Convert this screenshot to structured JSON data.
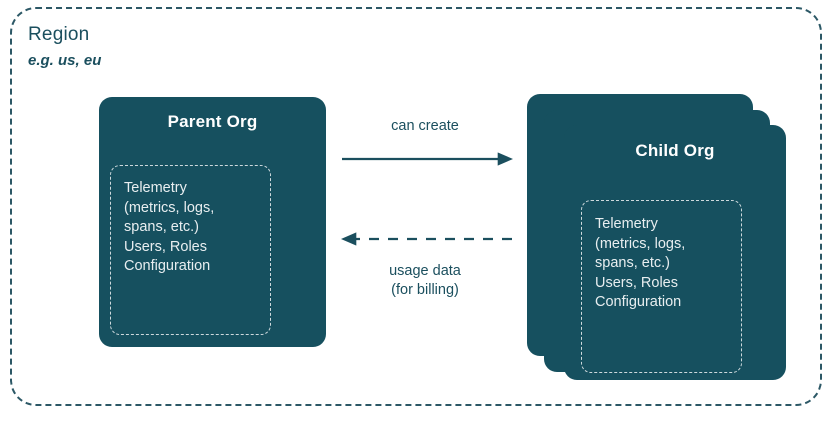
{
  "region": {
    "title": "Region",
    "subtitle": "e.g. us, eu",
    "border_color": "#2c5866",
    "text_color": "#1b4f5e"
  },
  "parent_org": {
    "title": "Parent Org",
    "contents": "Telemetry\n(metrics, logs,\nspans, etc.)\nUsers, Roles\nConfiguration",
    "fill_color": "#16505f",
    "title_color": "#ffffff",
    "inner_border_color": "#ced9dd"
  },
  "child_org": {
    "title": "Child Org",
    "contents": "Telemetry\n(metrics, logs,\nspans, etc.)\nUsers, Roles\nConfiguration",
    "stack_count": 3,
    "fill_color": "#16505f",
    "title_color": "#ffffff",
    "inner_border_color": "#ced9dd"
  },
  "arrows": {
    "top": {
      "label": "can create",
      "direction": "right",
      "style": "solid",
      "color": "#1b4f5e"
    },
    "bottom": {
      "label": "usage data\n(for billing)",
      "direction": "left",
      "style": "dashed",
      "color": "#1b4f5e"
    }
  }
}
